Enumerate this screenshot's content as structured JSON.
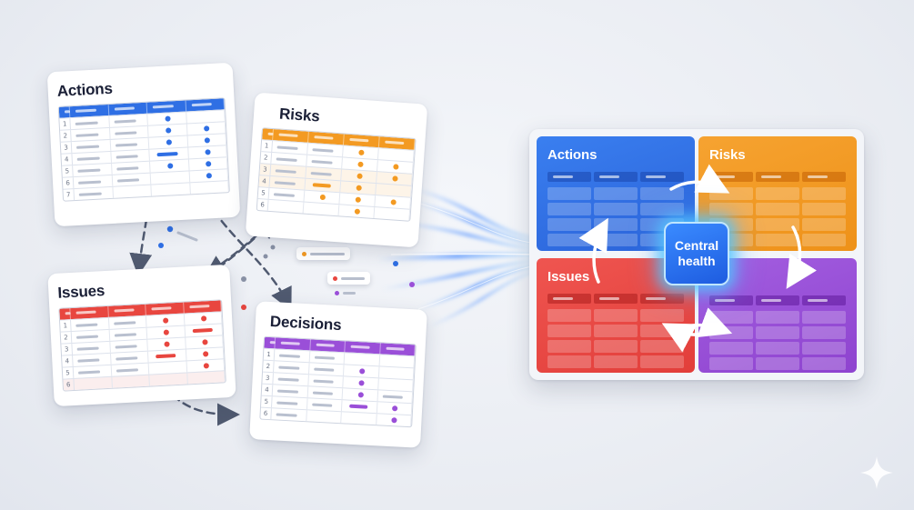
{
  "colors": {
    "actions": "#2f6fe4",
    "risks": "#f39a22",
    "issues": "#e8463f",
    "decisions": "#9a4fd8",
    "hub": "#2a74f0",
    "connector": "#505a70"
  },
  "sheets": {
    "actions": {
      "title": "Actions",
      "row_numbers": [
        "1",
        "2",
        "3",
        "4",
        "5",
        "6",
        "7"
      ]
    },
    "risks": {
      "title": "Risks",
      "row_numbers": [
        "1",
        "2",
        "3",
        "4",
        "5",
        "6"
      ]
    },
    "issues": {
      "title": "Issues",
      "row_numbers": [
        "1",
        "2",
        "3",
        "4",
        "5",
        "6"
      ]
    },
    "decisions": {
      "title": "Decisions",
      "row_numbers": [
        "1",
        "2",
        "3",
        "4",
        "5",
        "6"
      ]
    }
  },
  "board": {
    "actions_label": "Actions",
    "risks_label": "Risks",
    "issues_label": "Issues",
    "decisions_label": "",
    "hub_label": "Central health"
  },
  "icons": {
    "corner": "sparkle-icon",
    "flow": "cycle-arrows-icon"
  }
}
